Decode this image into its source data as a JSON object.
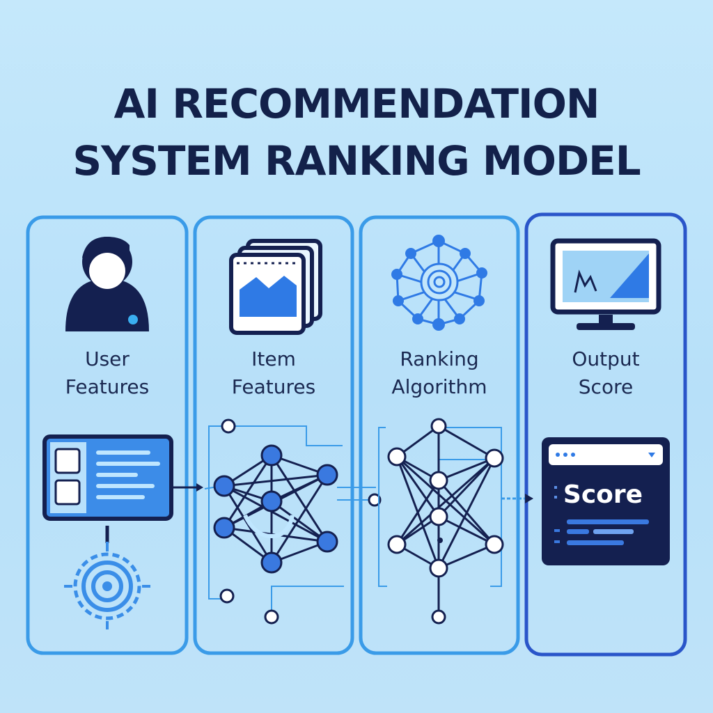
{
  "title": {
    "line1": "AI RECOMMENDATION",
    "line2": "SYSTEM RANKING MODEL"
  },
  "panels": [
    {
      "line1": "User",
      "line2": "Features",
      "icon": "user-icon"
    },
    {
      "line1": "Item",
      "line2": "Features",
      "icon": "image-cards-icon"
    },
    {
      "line1": "Ranking",
      "line2": "Algorithm",
      "icon": "network-icon"
    },
    {
      "line1": "Output",
      "line2": "Score",
      "icon": "monitor-chart-icon"
    }
  ],
  "score_card": {
    "label": "Score"
  },
  "colors": {
    "panel_border": "#3a9be8",
    "output_border": "#2a55c9",
    "accent": "#2f7ae5",
    "dark": "#142050",
    "node_fill": "#3a79e0"
  }
}
